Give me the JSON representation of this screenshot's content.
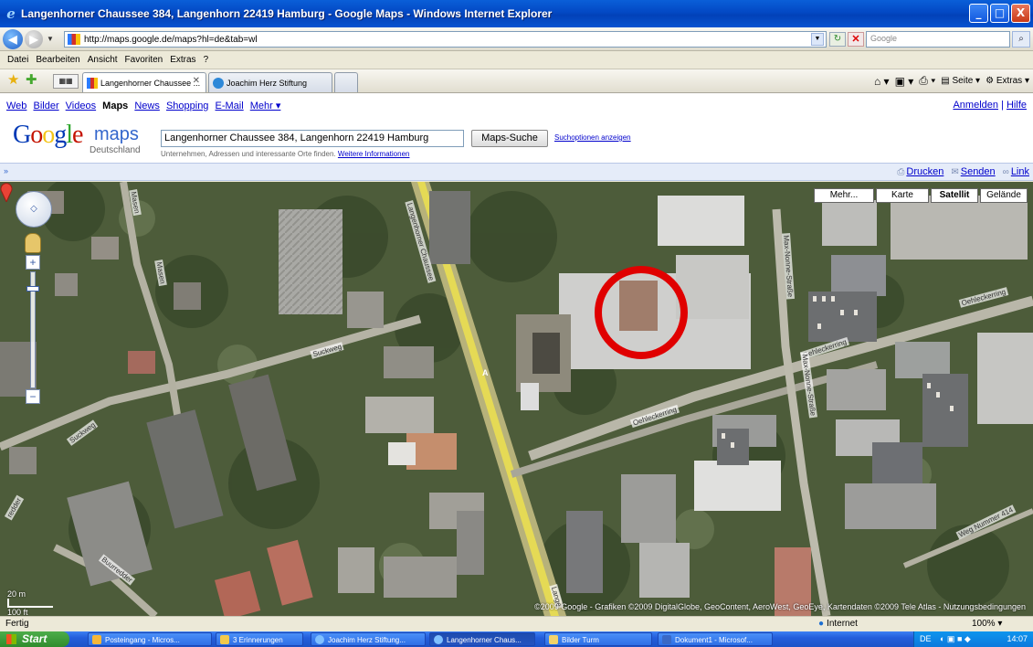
{
  "window": {
    "title": "Langenhorner Chaussee 384, Langenhorn 22419 Hamburg - Google Maps - Windows Internet Explorer",
    "min": "_",
    "max": "□",
    "close": "X"
  },
  "address": {
    "url": "http://maps.google.de/maps?hl=de&tab=wl",
    "search_placeholder": "Google"
  },
  "menu": [
    "Datei",
    "Bearbeiten",
    "Ansicht",
    "Favoriten",
    "Extras",
    "?"
  ],
  "tabs": [
    {
      "label": "Langenhorner Chaussee ..."
    },
    {
      "label": "Joachim Herz Stiftung"
    }
  ],
  "command_bar": {
    "page": "Seite",
    "tools": "Extras"
  },
  "google_bar": {
    "links": [
      "Web",
      "Bilder",
      "Videos"
    ],
    "current": "Maps",
    "links2": [
      "News",
      "Shopping",
      "E-Mail",
      "Mehr ▾"
    ],
    "signin": "Anmelden",
    "help": "Hilfe",
    "separator": "|"
  },
  "logo": {
    "g1": "G",
    "o1": "o",
    "o2": "o",
    "g2": "g",
    "l": "l",
    "e": "e",
    "maps": "maps",
    "country": "Deutschland"
  },
  "search": {
    "query": "Langenhorner Chaussee 384, Langenhorn 22419 Hamburg",
    "button": "Maps-Suche",
    "options": "Suchoptionen anzeigen",
    "hint": "Unternehmen, Adressen und interessante Orte finden.",
    "hint_link": "Weitere Informationen"
  },
  "map_toolbar": {
    "collapse": "»",
    "print": "Drucken",
    "send": "Senden",
    "link": "Link"
  },
  "map_types": [
    "Mehr...",
    "Karte",
    "Satellit",
    "Gelände"
  ],
  "map_type_selected": "Satellit",
  "map_labels": {
    "chaussee": "Langenhorner Chaussee",
    "chaussee2": "Lange",
    "masen": "Masen",
    "masen2": "Masen",
    "suckweg": "Suckweg",
    "suckweg2": "Suckweg",
    "oehleckerring1": "Oehleckerring",
    "oehleckerring2": "Oehleckerring",
    "oehleckerring3": "Oehleckerring",
    "maxnonne1": "Max-Nonne-Straße",
    "maxnonne2": "Max-Nonne-Straße",
    "weg": "Weg Nummer 414",
    "buurredder": "Buurredder",
    "redder": "redder",
    "marker": "A"
  },
  "map_controls": {
    "pan": "◇",
    "zoom_in": "+",
    "zoom_out": "−"
  },
  "scale": {
    "metric": "20 m",
    "imperial": "100 ft"
  },
  "copyright": "©2009 Google - Grafiken ©2009 DigitalGlobe, GeoContent, AeroWest, GeoEye, Kartendaten ©2009 Tele Atlas - Nutzungsbedingungen",
  "status": {
    "text": "Fertig",
    "zone": "Internet",
    "zoom": "100%"
  },
  "taskbar": {
    "start": "Start",
    "tasks": [
      "Posteingang - Micros...",
      "3 Erinnerungen",
      "Joachim Herz Stiftung...",
      "Langenhorner Chaus...",
      "Bilder Turm",
      "Dokument1 - Microsof..."
    ],
    "lang": "DE",
    "clock": "14:07"
  }
}
